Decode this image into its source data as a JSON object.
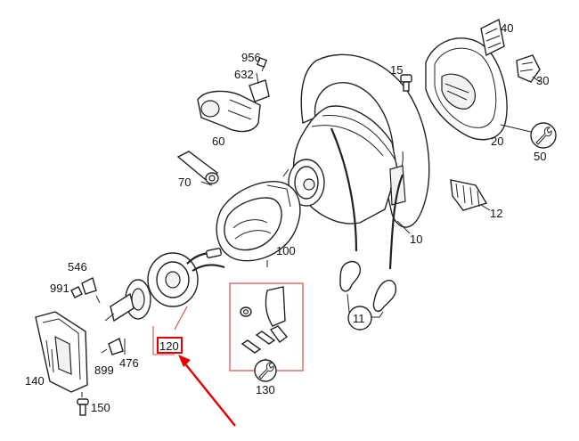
{
  "diagram": {
    "accent_color": "#d24a4a",
    "highlight_color": "#e60000",
    "labels": {
      "p956": "956",
      "p632": "632",
      "p60": "60",
      "p70": "70",
      "p15": "15",
      "p40": "40",
      "p30": "30",
      "p20": "20",
      "p50": "50",
      "p12": "12",
      "p10": "10",
      "p100": "100",
      "p11": "11",
      "p546": "546",
      "p991": "991",
      "p899": "899",
      "p476": "476",
      "p120": "120",
      "p130": "130",
      "p140": "140",
      "p150": "150"
    },
    "icons": {
      "wrench": "wrench-icon",
      "pointer": "red-arrow-icon"
    }
  }
}
